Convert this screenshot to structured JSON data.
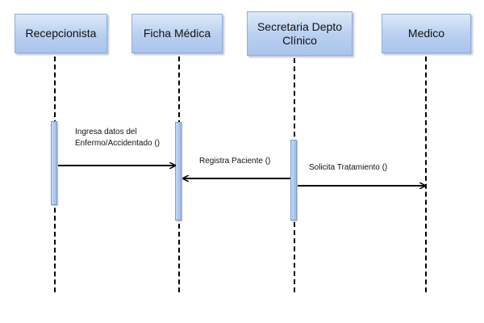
{
  "participants": {
    "recepcionista": "Recepcionista",
    "ficha_medica": "Ficha Médica",
    "secretaria": "Secretaria Depto\nClínico",
    "medico": "Medico"
  },
  "messages": {
    "ingresa_line1": "Ingresa datos del",
    "ingresa_line2": "Enfermo/Accidentado  ()",
    "registra": "Registra Paciente ()",
    "solicita": "Solicita  Tratamiento ()"
  },
  "colors": {
    "actor_fill": "#b9cff0",
    "actor_border": "#8fb0dc",
    "lifeline": "#000000",
    "arrow": "#000000"
  }
}
